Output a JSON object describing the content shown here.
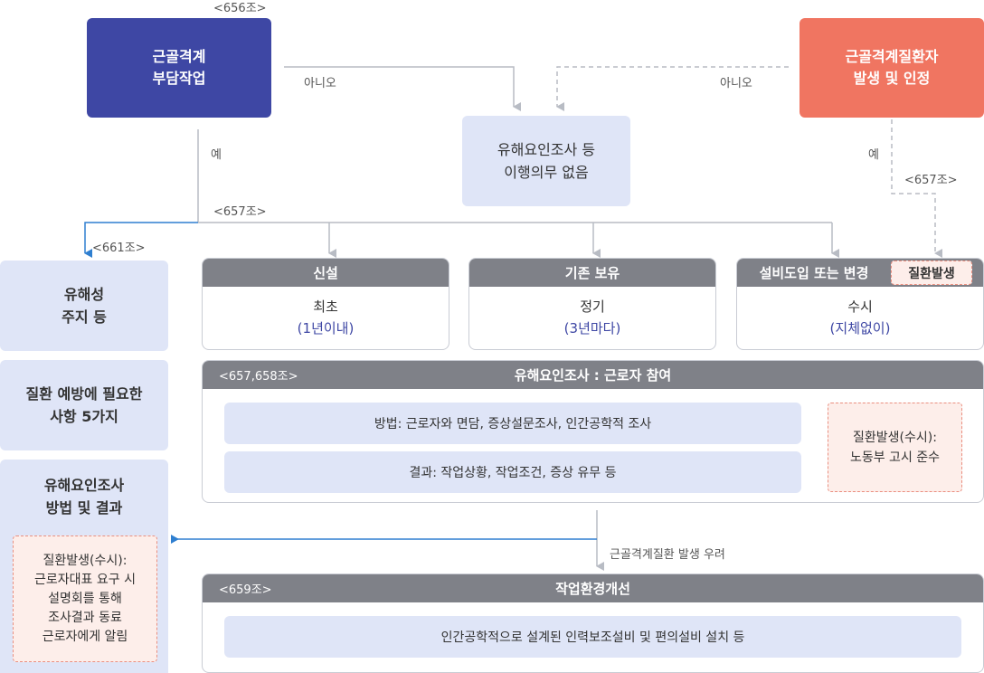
{
  "refs": {
    "r656": "<656조>",
    "r657_top": "<657조>",
    "r657_right": "<657조>",
    "r661": "<661조>"
  },
  "edges": {
    "no_left": "아니오",
    "no_right": "아니오",
    "yes_left": "예",
    "yes_right": "예",
    "risk": "근골격계질환 발생 우려"
  },
  "boxes": {
    "burden_task": [
      "근골격계",
      "부담작업"
    ],
    "disease_case": [
      "근골격계질환자",
      "발생 및 인정"
    ],
    "no_duty": [
      "유해요인조사 등",
      "이행의무 없음"
    ]
  },
  "side": {
    "notice": [
      "유해성",
      "주지 등"
    ],
    "five_items": [
      "질환 예방에 필요한",
      "사항 5가지"
    ],
    "method_result": [
      "유해요인조사",
      "방법 및 결과"
    ],
    "method_note": [
      "질환발생(수시):",
      "근로자대표 요구 시",
      "설명회를 통해",
      "조사결과 동료",
      "근로자에게 알림"
    ]
  },
  "timing": {
    "new": {
      "title": "신설",
      "line1": "최초",
      "line2": "(1년이내)"
    },
    "existing": {
      "title": "기존 보유",
      "line1": "정기",
      "line2": "(3년마다)"
    },
    "change": {
      "title": "설비도입 또는 변경",
      "tag": "질환발생",
      "line1": "수시",
      "line2": "(지체없이)"
    }
  },
  "survey": {
    "ref": "<657,658조>",
    "title": "유해요인조사 : 근로자 참여",
    "method": "방법: 근로자와 면담, 증상설문조사, 인간공학적 조사",
    "result": "결과: 작업상황, 작업조건, 증상 유무 등",
    "note": [
      "질환발생(수시):",
      "노동부 고시 준수"
    ]
  },
  "improve": {
    "ref": "<659조>",
    "title": "작업환경개선",
    "body": "인간공학적으로 설계된 인력보조설비 및 편의설비 설치 등"
  },
  "colors": {
    "navy": "#3e47a4",
    "coral": "#f07561",
    "lavender": "#dfe5f7",
    "gray_header": "#7f8188",
    "blue_arrow": "#2f7fd0",
    "connector": "#b8bcc4"
  }
}
